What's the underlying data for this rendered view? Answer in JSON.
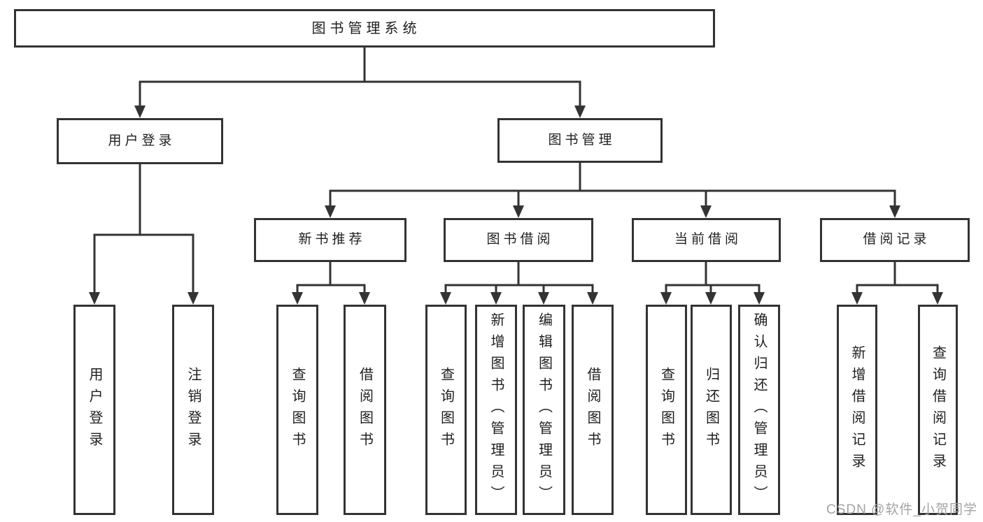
{
  "diagram": {
    "title": "图书管理系统",
    "root": {
      "label": "图书管理系统"
    },
    "branches": [
      {
        "label": "用户登录",
        "children": [
          {
            "label": "用户登录"
          },
          {
            "label": "注销登录"
          }
        ]
      },
      {
        "label": "图书管理",
        "children": [
          {
            "label": "新书推荐",
            "children": [
              {
                "label": "查询图书"
              },
              {
                "label": "借阅图书"
              }
            ]
          },
          {
            "label": "图书借阅",
            "children": [
              {
                "label": "查询图书"
              },
              {
                "label": "新增图书（管理员）"
              },
              {
                "label": "编辑图书（管理员）"
              },
              {
                "label": "借阅图书"
              }
            ]
          },
          {
            "label": "当前借阅",
            "children": [
              {
                "label": "查询图书"
              },
              {
                "label": "归还图书"
              },
              {
                "label": "确认归还（管理员）"
              }
            ]
          },
          {
            "label": "借阅记录",
            "children": [
              {
                "label": "新增借阅记录"
              },
              {
                "label": "查询借阅记录"
              }
            ]
          }
        ]
      }
    ]
  },
  "watermark": {
    "text": "CSDN @软件_小贺同学"
  },
  "colors": {
    "line": "#333333",
    "box_border": "#333333",
    "text": "#1f1f1f",
    "watermark": "#a3a3a3",
    "background": "#ffffff"
  }
}
